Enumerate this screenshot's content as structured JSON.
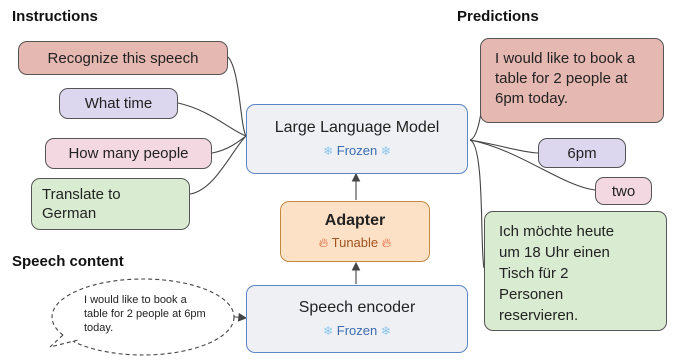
{
  "sections": {
    "instructions": "Instructions",
    "predictions": "Predictions",
    "speech_content": "Speech content"
  },
  "instructions": [
    "Recognize this speech",
    "What time",
    "How many people",
    "Translate to German"
  ],
  "llm": {
    "title": "Large Language Model",
    "status": "Frozen"
  },
  "adapter": {
    "title": "Adapter",
    "status": "Tunable"
  },
  "encoder": {
    "title": "Speech encoder",
    "status": "Frozen"
  },
  "speech_bubble": "I would like to book a table for 2 people at 6pm today.",
  "predictions": [
    "I would like to book a table for 2 people at 6pm today.",
    "6pm",
    "two",
    "Ich möchte heute um 18 Uhr einen Tisch für 2 Personen reservieren."
  ],
  "colors": {
    "red": "#e6b8b2",
    "purple": "#dcd7ef",
    "pink": "#f3d8e2",
    "green": "#d9ecd2",
    "gray": "#eef0f3",
    "orange": "#fde1c6",
    "blue_border": "#5d86c7"
  },
  "icons": {
    "frozen": "snowflake-icon",
    "tunable": "flame-icon"
  }
}
